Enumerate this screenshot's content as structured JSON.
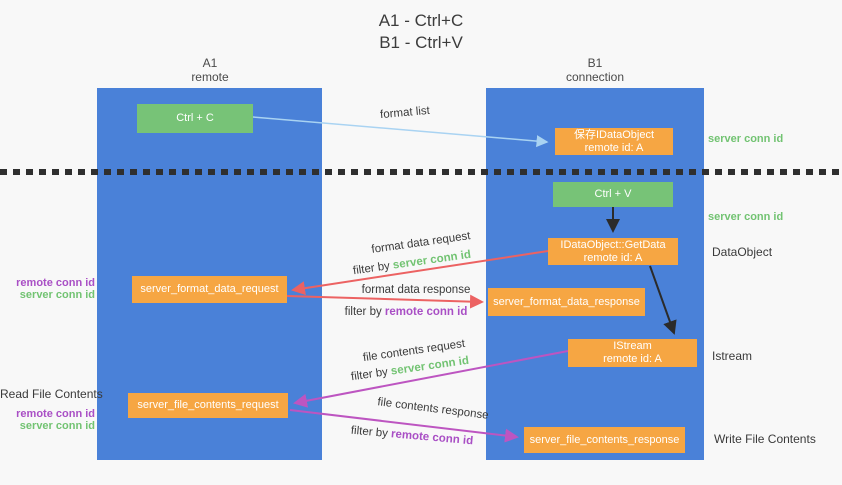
{
  "title": {
    "line1": "A1 - Ctrl+C",
    "line2": "B1 - Ctrl+V"
  },
  "lanes": {
    "left": {
      "name": "A1",
      "role": "remote"
    },
    "right": {
      "name": "B1",
      "role": "connection"
    }
  },
  "nodes": {
    "ctrl_c": {
      "label": "Ctrl + C"
    },
    "ctrl_v": {
      "label": "Ctrl + V"
    },
    "save_dataobject": {
      "line1": "保存IDataObject",
      "line2": "remote id: A"
    },
    "getdata": {
      "line1": "IDataObject::GetData",
      "line2": "remote id: A"
    },
    "istream": {
      "line1": "IStream",
      "line2": "remote id: A"
    },
    "server_format_data_request": {
      "label": "server_format_data_request"
    },
    "server_format_data_response": {
      "label": "server_format_data_response"
    },
    "server_file_contents_request": {
      "label": "server_file_contents_request"
    },
    "server_file_contents_response": {
      "label": "server_file_contents_response"
    }
  },
  "arrows": {
    "format_list": {
      "label": "format list"
    },
    "format_data_request": {
      "label": "format data request",
      "filter_prefix": "filter by ",
      "filter_key": "server conn id"
    },
    "format_data_response": {
      "label": "format data response",
      "filter_prefix": "filter by ",
      "filter_key": "remote conn id"
    },
    "file_contents_request": {
      "label": "file contents request",
      "filter_prefix": "filter by ",
      "filter_key": "server conn id"
    },
    "file_contents_response": {
      "label": "file contents response",
      "filter_prefix": "filter by ",
      "filter_key": "remote conn id"
    }
  },
  "side_labels": {
    "left_format": {
      "remote": "remote conn id",
      "server": "server conn id"
    },
    "left_file": {
      "title": "Read File Contents",
      "remote": "remote conn id",
      "server": "server conn id"
    },
    "right_top": {
      "server": "server conn id"
    },
    "right_mid": {
      "server": "server conn id",
      "object": "DataObject"
    },
    "right_stream": {
      "label": "Istream"
    },
    "right_write": {
      "label": "Write File Contents"
    }
  },
  "colors": {
    "background": "#f8f8f8",
    "lane_blue": "#4a81d8",
    "node_green": "#77c377",
    "node_orange": "#f6a643",
    "arrow_red": "#ec6262",
    "arrow_blue": "#a9d3f2",
    "arrow_purple": "#bd55c1",
    "arrow_black": "#2b2b2b",
    "text_green": "#72c372",
    "text_purple": "#a94fc5"
  }
}
